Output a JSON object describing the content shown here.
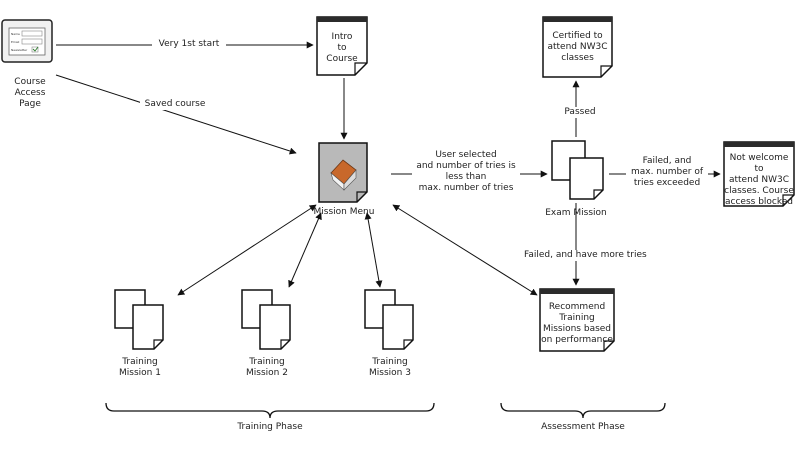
{
  "colors": {
    "page": "#ffffff",
    "ink": "#111111",
    "doc_fill": "#ffffff",
    "doc_header": "#2b2b2b",
    "menu_fill": "#b9b9b9",
    "house_roof": "#c8682b"
  },
  "nodes": {
    "course_access": {
      "label": "Course\nAccess Page",
      "icon": "form-icon",
      "form_fields": [
        "Name",
        "Email",
        "Newsletter"
      ]
    },
    "intro": {
      "label": "Intro\nto\nCourse",
      "icon": "document-icon"
    },
    "mission_menu": {
      "label": "Mission Menu",
      "icon": "home-icon"
    },
    "training_1": {
      "label": "Training\nMission 1",
      "icon": "documents-icon"
    },
    "training_2": {
      "label": "Training\nMission 2",
      "icon": "documents-icon"
    },
    "training_3": {
      "label": "Training\nMission 3",
      "icon": "documents-icon"
    },
    "exam": {
      "label": "Exam Mission",
      "icon": "documents-icon"
    },
    "certified": {
      "label": "Certified to\nattend NW3C\nclasses",
      "icon": "document-icon"
    },
    "not_welcome": {
      "label": "Not welcome to\nattend NW3C\nclasses. Course\naccess blocked",
      "icon": "document-icon"
    },
    "recommend": {
      "label": "Recommend\nTraining\nMissions based\non performance",
      "icon": "document-icon"
    }
  },
  "edges": {
    "very_first_start": "Very 1st start",
    "saved_course": "Saved course",
    "user_selected": "User selected\nand number of tries is\nless than\nmax. number of tries",
    "passed": "Passed",
    "failed_exceeded": "Failed, and\nmax. number of\ntries exceeded",
    "failed_more_tries": "Failed, and have more tries"
  },
  "phases": {
    "training": "Training Phase",
    "assessment": "Assessment Phase"
  }
}
